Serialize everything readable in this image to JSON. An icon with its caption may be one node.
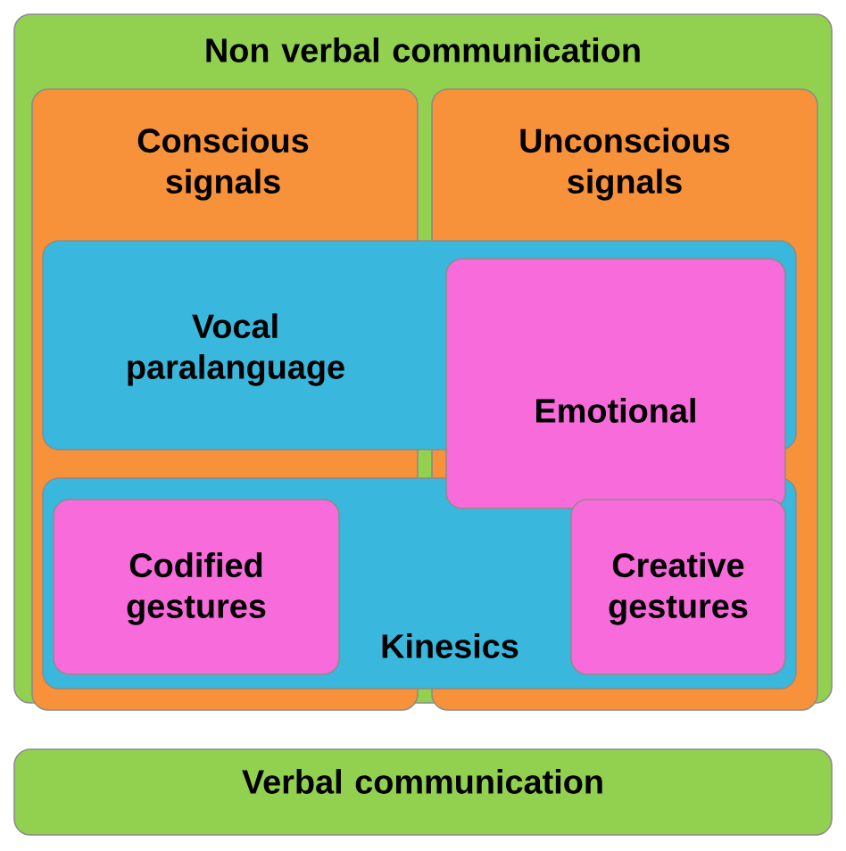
{
  "diagram": {
    "nodes": [
      {
        "text": [
          "Non verbal communication"
        ]
      },
      {
        "text": [
          "Conscious signals"
        ],
        "in": 0
      },
      {
        "text": [
          "Unconscious signals"
        ],
        "in": 0
      },
      {
        "text": [
          "Vocal paralanguage"
        ],
        "in": 0
      },
      {
        "text": [
          "Emotional"
        ],
        "in": 2
      },
      {
        "text": [
          "Kinesics"
        ],
        "in": 0
      },
      {
        "text": [
          "Codified gestures"
        ]
      },
      {
        "text": [
          "Creative gestures"
        ]
      },
      {
        "text": [
          "Verbal communication"
        ]
      }
    ]
  }
}
